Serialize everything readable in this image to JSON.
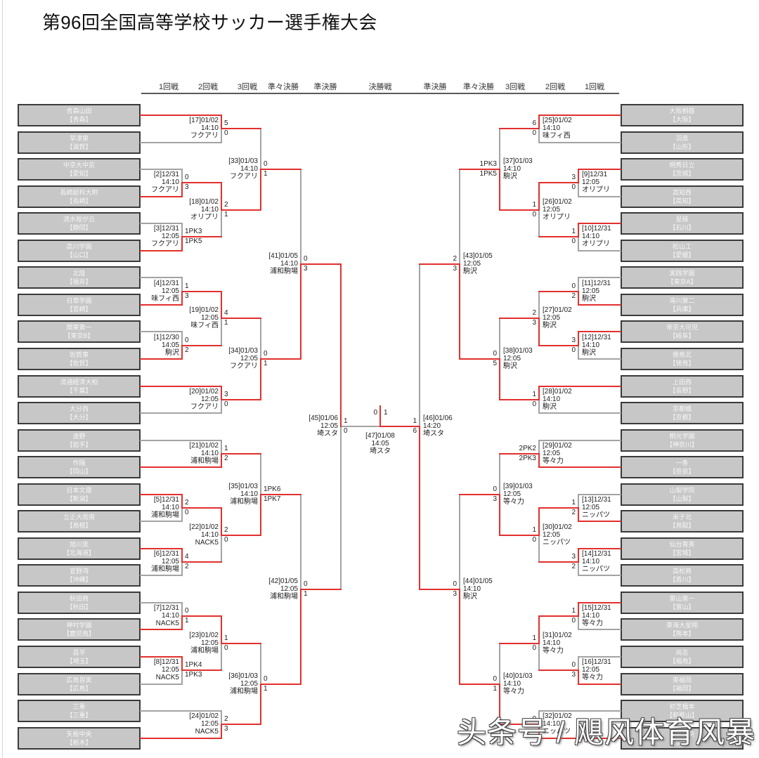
{
  "title": "第96回全国高等学校サッカー選手権大会",
  "header": {
    "rounds": [
      "1回戦",
      "2回戦",
      "3回戦",
      "準々決勝",
      "準決勝",
      "決勝戦",
      "準決勝",
      "準々決勝",
      "3回戦",
      "2回戦",
      "1回戦"
    ]
  },
  "colors": {
    "winner_line": "#e2302d",
    "line": "#a3a3a3",
    "team_box": "#c7c7c7",
    "team_border": "#3a3a3a"
  },
  "left": {
    "teams": [
      {
        "name": "青森山田",
        "pref": "青森"
      },
      {
        "name": "草津東",
        "pref": "滋賀"
      },
      {
        "name": "中京大中京",
        "pref": "愛知"
      },
      {
        "name": "長崎総科大附",
        "pref": "長崎"
      },
      {
        "name": "清水桜が丘",
        "pref": "静岡"
      },
      {
        "name": "高川学園",
        "pref": "山口"
      },
      {
        "name": "北陸",
        "pref": "福井"
      },
      {
        "name": "日章学園",
        "pref": "宮崎"
      },
      {
        "name": "関東第一",
        "pref": "東京B"
      },
      {
        "name": "佐賀東",
        "pref": "佐賀"
      },
      {
        "name": "流通経済大柏",
        "pref": "千葉"
      },
      {
        "name": "大分西",
        "pref": "大分"
      },
      {
        "name": "遠野",
        "pref": "岩手"
      },
      {
        "name": "作陽",
        "pref": "岡山"
      },
      {
        "name": "日本文理",
        "pref": "新潟"
      },
      {
        "name": "立正大淞南",
        "pref": "島根"
      },
      {
        "name": "旭川実",
        "pref": "北海道"
      },
      {
        "name": "宜野湾",
        "pref": "沖縄"
      },
      {
        "name": "秋田商",
        "pref": "秋田"
      },
      {
        "name": "神村学園",
        "pref": "鹿児島"
      },
      {
        "name": "昌平",
        "pref": "埼玉"
      },
      {
        "name": "広島皆実",
        "pref": "広島"
      },
      {
        "name": "三重",
        "pref": "三重"
      },
      {
        "name": "矢板中央",
        "pref": "栃木"
      }
    ]
  },
  "right": {
    "teams": [
      {
        "name": "大阪桐蔭",
        "pref": "大阪"
      },
      {
        "name": "羽黒",
        "pref": "山形"
      },
      {
        "name": "明秀日立",
        "pref": "茨城"
      },
      {
        "name": "高知西",
        "pref": "高知"
      },
      {
        "name": "星稜",
        "pref": "石川"
      },
      {
        "name": "松山工",
        "pref": "愛媛"
      },
      {
        "name": "実践学園",
        "pref": "東京A"
      },
      {
        "name": "滝川第二",
        "pref": "兵庫"
      },
      {
        "name": "帝京大可児",
        "pref": "岐阜"
      },
      {
        "name": "徳島北",
        "pref": "徳島"
      },
      {
        "name": "上田西",
        "pref": "長野"
      },
      {
        "name": "京都橘",
        "pref": "京都"
      },
      {
        "name": "桐光学園",
        "pref": "神奈川"
      },
      {
        "name": "一条",
        "pref": "奈良"
      },
      {
        "name": "山梨学院",
        "pref": "山梨"
      },
      {
        "name": "米子北",
        "pref": "鳥取"
      },
      {
        "name": "仙台育英",
        "pref": "宮城"
      },
      {
        "name": "高松商",
        "pref": "香川"
      },
      {
        "name": "富山第一",
        "pref": "富山"
      },
      {
        "name": "東海大星翔",
        "pref": "熊本"
      },
      {
        "name": "尚志",
        "pref": "福島"
      },
      {
        "name": "東福岡",
        "pref": "福岡"
      },
      {
        "name": "初芝橋本",
        "pref": "和歌山"
      },
      {
        "name": "前橋育英",
        "pref": "群馬"
      }
    ]
  },
  "matches": [
    {
      "id": 17,
      "side": "L",
      "round": 2,
      "top": {
        "team": 0
      },
      "bottom": {
        "team": 1
      },
      "date": "01/02",
      "time": "14:10",
      "venue": "フクアリ",
      "score_top": "5",
      "score_bottom": "0",
      "winner": "top"
    },
    {
      "id": 2,
      "side": "L",
      "round": 1,
      "top": {
        "team": 2
      },
      "bottom": {
        "team": 3
      },
      "date": "12/31",
      "time": "14:10",
      "venue": "フクアリ",
      "score_top": "0",
      "score_bottom": "3",
      "winner": "bottom"
    },
    {
      "id": 3,
      "side": "L",
      "round": 1,
      "top": {
        "team": 4
      },
      "bottom": {
        "team": 5
      },
      "date": "12/31",
      "time": "12:05",
      "venue": "フクアリ",
      "score_top": "1PK3",
      "score_bottom": "1PK5",
      "winner": "bottom"
    },
    {
      "id": 18,
      "side": "L",
      "round": 2,
      "top": {
        "match": 2
      },
      "bottom": {
        "match": 3
      },
      "date": "01/02",
      "time": "14:10",
      "venue": "オリプリ",
      "score_top": "2",
      "score_bottom": "1",
      "winner": "top"
    },
    {
      "id": 33,
      "side": "L",
      "round": 3,
      "top": {
        "match": 17
      },
      "bottom": {
        "match": 18
      },
      "date": "01/03",
      "time": "14:10",
      "venue": "フクアリ",
      "score_top": "0",
      "score_bottom": "1",
      "winner": "bottom"
    },
    {
      "id": 4,
      "side": "L",
      "round": 1,
      "top": {
        "team": 6
      },
      "bottom": {
        "team": 7
      },
      "date": "12/31",
      "time": "12:05",
      "venue": "味フィ西",
      "score_top": "1",
      "score_bottom": "3",
      "winner": "bottom"
    },
    {
      "id": 1,
      "side": "L",
      "round": 1,
      "top": {
        "team": 8
      },
      "bottom": {
        "team": 9
      },
      "date": "12/30",
      "time": "14:05",
      "venue": "駒沢",
      "score_top": "0",
      "score_bottom": "2",
      "winner": "bottom"
    },
    {
      "id": 19,
      "side": "L",
      "round": 2,
      "top": {
        "match": 4
      },
      "bottom": {
        "match": 1
      },
      "date": "01/02",
      "time": "12:05",
      "venue": "味フィ西",
      "score_top": "4",
      "score_bottom": "1",
      "winner": "top"
    },
    {
      "id": 20,
      "side": "L",
      "round": 2,
      "top": {
        "team": 10
      },
      "bottom": {
        "team": 11
      },
      "date": "01/02",
      "time": "12:05",
      "venue": "フクアリ",
      "score_top": "3",
      "score_bottom": "0",
      "winner": "top"
    },
    {
      "id": 34,
      "side": "L",
      "round": 3,
      "top": {
        "match": 19
      },
      "bottom": {
        "match": 20
      },
      "date": "01/03",
      "time": "12:05",
      "venue": "フクアリ",
      "score_top": "0",
      "score_bottom": "1",
      "winner": "bottom"
    },
    {
      "id": 41,
      "side": "L",
      "round": 4,
      "top": {
        "match": 33
      },
      "bottom": {
        "match": 34
      },
      "date": "01/05",
      "time": "14:10",
      "venue": "浦和駒場",
      "score_top": "0",
      "score_bottom": "3",
      "winner": "bottom"
    },
    {
      "id": 21,
      "side": "L",
      "round": 2,
      "top": {
        "team": 12
      },
      "bottom": {
        "team": 13
      },
      "date": "01/02",
      "time": "14:10",
      "venue": "浦和駒場",
      "score_top": "1",
      "score_bottom": "2",
      "winner": "bottom"
    },
    {
      "id": 5,
      "side": "L",
      "round": 1,
      "top": {
        "team": 14
      },
      "bottom": {
        "team": 15
      },
      "date": "12/31",
      "time": "14:10",
      "venue": "浦和駒場",
      "score_top": "2",
      "score_bottom": "0",
      "winner": "top"
    },
    {
      "id": 6,
      "side": "L",
      "round": 1,
      "top": {
        "team": 16
      },
      "bottom": {
        "team": 17
      },
      "date": "12/31",
      "time": "12:05",
      "venue": "浦和駒場",
      "score_top": "4",
      "score_bottom": "2",
      "winner": "top"
    },
    {
      "id": 22,
      "side": "L",
      "round": 2,
      "top": {
        "match": 5
      },
      "bottom": {
        "match": 6
      },
      "date": "01/02",
      "time": "14:10",
      "venue": "NACK5",
      "score_top": "2",
      "score_bottom": "0",
      "winner": "top"
    },
    {
      "id": 35,
      "side": "L",
      "round": 3,
      "top": {
        "match": 21
      },
      "bottom": {
        "match": 22
      },
      "date": "01/03",
      "time": "14:10",
      "venue": "浦和駒場",
      "score_top": "1PK6",
      "score_bottom": "1PK7",
      "winner": "bottom"
    },
    {
      "id": 7,
      "side": "L",
      "round": 1,
      "top": {
        "team": 18
      },
      "bottom": {
        "team": 19
      },
      "date": "12/31",
      "time": "14:10",
      "venue": "NACK5",
      "score_top": "0",
      "score_bottom": "1",
      "winner": "bottom"
    },
    {
      "id": 8,
      "side": "L",
      "round": 1,
      "top": {
        "team": 20
      },
      "bottom": {
        "team": 21
      },
      "date": "12/31",
      "time": "12:05",
      "venue": "NACK5",
      "score_top": "1PK4",
      "score_bottom": "1PK3",
      "winner": "top"
    },
    {
      "id": 23,
      "side": "L",
      "round": 2,
      "top": {
        "match": 7
      },
      "bottom": {
        "match": 8
      },
      "date": "01/02",
      "time": "12:05",
      "venue": "浦和駒場",
      "score_top": "1",
      "score_bottom": "0",
      "winner": "top"
    },
    {
      "id": 24,
      "side": "L",
      "round": 2,
      "top": {
        "team": 22
      },
      "bottom": {
        "team": 23
      },
      "date": "01/02",
      "time": "12:05",
      "venue": "NACK5",
      "score_top": "2",
      "score_bottom": "3",
      "winner": "bottom"
    },
    {
      "id": 36,
      "side": "L",
      "round": 3,
      "top": {
        "match": 23
      },
      "bottom": {
        "match": 24
      },
      "date": "01/03",
      "time": "12:05",
      "venue": "浦和駒場",
      "score_top": "0",
      "score_bottom": "1",
      "winner": "bottom"
    },
    {
      "id": 42,
      "side": "L",
      "round": 4,
      "top": {
        "match": 35
      },
      "bottom": {
        "match": 36
      },
      "date": "01/05",
      "time": "12:05",
      "venue": "浦和駒場",
      "score_top": "0",
      "score_bottom": "1",
      "winner": "bottom"
    },
    {
      "id": 45,
      "side": "L",
      "round": 5,
      "top": {
        "match": 41
      },
      "bottom": {
        "match": 42
      },
      "date": "01/06",
      "time": "12:05",
      "venue": "埼スタ",
      "score_top": "1",
      "score_bottom": "0",
      "winner": "top"
    },
    {
      "id": 25,
      "side": "R",
      "round": 2,
      "top": {
        "team": 0
      },
      "bottom": {
        "team": 1
      },
      "date": "01/02",
      "time": "14:10",
      "venue": "味フィ西",
      "score_top": "6",
      "score_bottom": "0",
      "winner": "top"
    },
    {
      "id": 9,
      "side": "R",
      "round": 1,
      "top": {
        "team": 2
      },
      "bottom": {
        "team": 3
      },
      "date": "12/31",
      "time": "12:05",
      "venue": "オリプリ",
      "score_top": "3",
      "score_bottom": "0",
      "winner": "top"
    },
    {
      "id": 10,
      "side": "R",
      "round": 1,
      "top": {
        "team": 4
      },
      "bottom": {
        "team": 5
      },
      "date": "12/31",
      "time": "14:10",
      "venue": "オリプリ",
      "score_top": "1",
      "score_bottom": "0",
      "winner": "top"
    },
    {
      "id": 26,
      "side": "R",
      "round": 2,
      "top": {
        "match": 9
      },
      "bottom": {
        "match": 10
      },
      "date": "01/02",
      "time": "12:05",
      "venue": "オリプリ",
      "score_top": "1",
      "score_bottom": "0",
      "winner": "top"
    },
    {
      "id": 37,
      "side": "R",
      "round": 3,
      "top": {
        "match": 25
      },
      "bottom": {
        "match": 26
      },
      "date": "01/03",
      "time": "14:10",
      "venue": "駒沢",
      "score_top": "1PK3",
      "score_bottom": "1PK5",
      "winner": "bottom"
    },
    {
      "id": 11,
      "side": "R",
      "round": 1,
      "top": {
        "team": 6
      },
      "bottom": {
        "team": 7
      },
      "date": "12/31",
      "time": "12:05",
      "venue": "駒沢",
      "score_top": "0",
      "score_bottom": "2",
      "winner": "bottom"
    },
    {
      "id": 12,
      "side": "R",
      "round": 1,
      "top": {
        "team": 8
      },
      "bottom": {
        "team": 9
      },
      "date": "12/31",
      "time": "14:10",
      "venue": "駒沢",
      "score_top": "3",
      "score_bottom": "0",
      "winner": "top"
    },
    {
      "id": 27,
      "side": "R",
      "round": 2,
      "top": {
        "match": 11
      },
      "bottom": {
        "match": 12
      },
      "date": "01/02",
      "time": "12:05",
      "venue": "駒沢",
      "score_top": "2",
      "score_bottom": "3",
      "winner": "bottom"
    },
    {
      "id": 28,
      "side": "R",
      "round": 2,
      "top": {
        "team": 10
      },
      "bottom": {
        "team": 11
      },
      "date": "01/02",
      "time": "14:10",
      "venue": "駒沢",
      "score_top": "1",
      "score_bottom": "0",
      "winner": "top"
    },
    {
      "id": 38,
      "side": "R",
      "round": 3,
      "top": {
        "match": 27
      },
      "bottom": {
        "match": 28
      },
      "date": "01/03",
      "time": "12:05",
      "venue": "駒沢",
      "score_top": "0",
      "score_bottom": "5",
      "winner": "bottom"
    },
    {
      "id": 43,
      "side": "R",
      "round": 4,
      "top": {
        "match": 37
      },
      "bottom": {
        "match": 38
      },
      "date": "01/05",
      "time": "12:05",
      "venue": "駒沢",
      "score_top": "2",
      "score_bottom": "3",
      "winner": "bottom"
    },
    {
      "id": 29,
      "side": "R",
      "round": 2,
      "top": {
        "team": 12
      },
      "bottom": {
        "team": 13
      },
      "date": "01/02",
      "time": "12:05",
      "venue": "等々力",
      "score_top": "2PK2",
      "score_bottom": "2PK3",
      "winner": "bottom"
    },
    {
      "id": 13,
      "side": "R",
      "round": 1,
      "top": {
        "team": 14
      },
      "bottom": {
        "team": 15
      },
      "date": "12/31",
      "time": "12:05",
      "venue": "ニッパツ",
      "score_top": "1",
      "score_bottom": "2",
      "winner": "bottom"
    },
    {
      "id": 14,
      "side": "R",
      "round": 1,
      "top": {
        "team": 16
      },
      "bottom": {
        "team": 17
      },
      "date": "12/31",
      "time": "14:10",
      "venue": "ニッパツ",
      "score_top": "3",
      "score_bottom": "2",
      "winner": "top"
    },
    {
      "id": 30,
      "side": "R",
      "round": 2,
      "top": {
        "match": 13
      },
      "bottom": {
        "match": 14
      },
      "date": "01/02",
      "time": "12:05",
      "venue": "ニッパツ",
      "score_top": "1",
      "score_bottom": "0",
      "winner": "top"
    },
    {
      "id": 39,
      "side": "R",
      "round": 3,
      "top": {
        "match": 29
      },
      "bottom": {
        "match": 30
      },
      "date": "01/03",
      "time": "12:05",
      "venue": "等々力",
      "score_top": "0",
      "score_bottom": "3",
      "winner": "bottom"
    },
    {
      "id": 15,
      "side": "R",
      "round": 1,
      "top": {
        "team": 18
      },
      "bottom": {
        "team": 19
      },
      "date": "12/31",
      "time": "14:10",
      "venue": "等々力",
      "score_top": "1",
      "score_bottom": "0",
      "winner": "top"
    },
    {
      "id": 16,
      "side": "R",
      "round": 1,
      "top": {
        "team": 20
      },
      "bottom": {
        "team": 21
      },
      "date": "12/31",
      "time": "12:05",
      "venue": "等々力",
      "score_top": "0",
      "score_bottom": "3",
      "winner": "bottom"
    },
    {
      "id": 31,
      "side": "R",
      "round": 2,
      "top": {
        "match": 15
      },
      "bottom": {
        "match": 16
      },
      "date": "01/02",
      "time": "14:10",
      "venue": "等々力",
      "score_top": "1",
      "score_bottom": "0",
      "winner": "top"
    },
    {
      "id": 32,
      "side": "R",
      "round": 2,
      "top": {
        "team": 22
      },
      "bottom": {
        "team": 23
      },
      "date": "01/02",
      "time": "14:10",
      "venue": "ニッパツ",
      "score_top": "0",
      "score_bottom": "",
      "winner": "bottom"
    },
    {
      "id": 40,
      "side": "R",
      "round": 3,
      "top": {
        "match": 31
      },
      "bottom": {
        "match": 32
      },
      "date": "01/03",
      "time": "14:10",
      "venue": "等々力",
      "score_top": "0",
      "score_bottom": "1",
      "winner": "bottom"
    },
    {
      "id": 44,
      "side": "R",
      "round": 4,
      "top": {
        "match": 39
      },
      "bottom": {
        "match": 40
      },
      "date": "01/05",
      "time": "14:10",
      "venue": "駒沢",
      "score_top": "0",
      "score_bottom": "3",
      "winner": "bottom"
    },
    {
      "id": 46,
      "side": "R",
      "round": 5,
      "top": {
        "match": 43
      },
      "bottom": {
        "match": 44
      },
      "date": "01/06",
      "time": "14:20",
      "venue": "埼スタ",
      "score_top": "1",
      "score_bottom": "6",
      "winner": "bottom"
    }
  ],
  "final": {
    "id": 47,
    "date": "01/08",
    "time": "14:05",
    "venue": "埼スタ",
    "left": {
      "match": 45
    },
    "right": {
      "match": 46
    },
    "score_left": "0",
    "score_right": "1",
    "winner": "right"
  },
  "watermark": "头条号 / 飓风体育风暴"
}
